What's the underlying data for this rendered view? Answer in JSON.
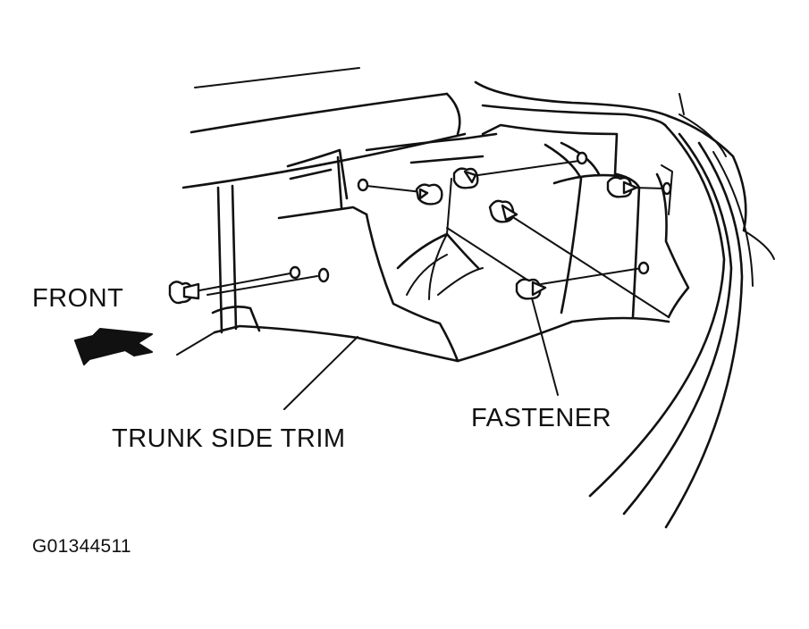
{
  "labels": {
    "front": "FRONT",
    "fastener": "FASTENER",
    "trunk_side_trim": "TRUNK SIDE TRIM",
    "figure_id": "G01344511"
  },
  "icons": {
    "direction_arrow": "arrow-left-icon",
    "fastener_clip": "fastener-clip-icon"
  },
  "colors": {
    "ink": "#111111",
    "background": "#ffffff"
  }
}
